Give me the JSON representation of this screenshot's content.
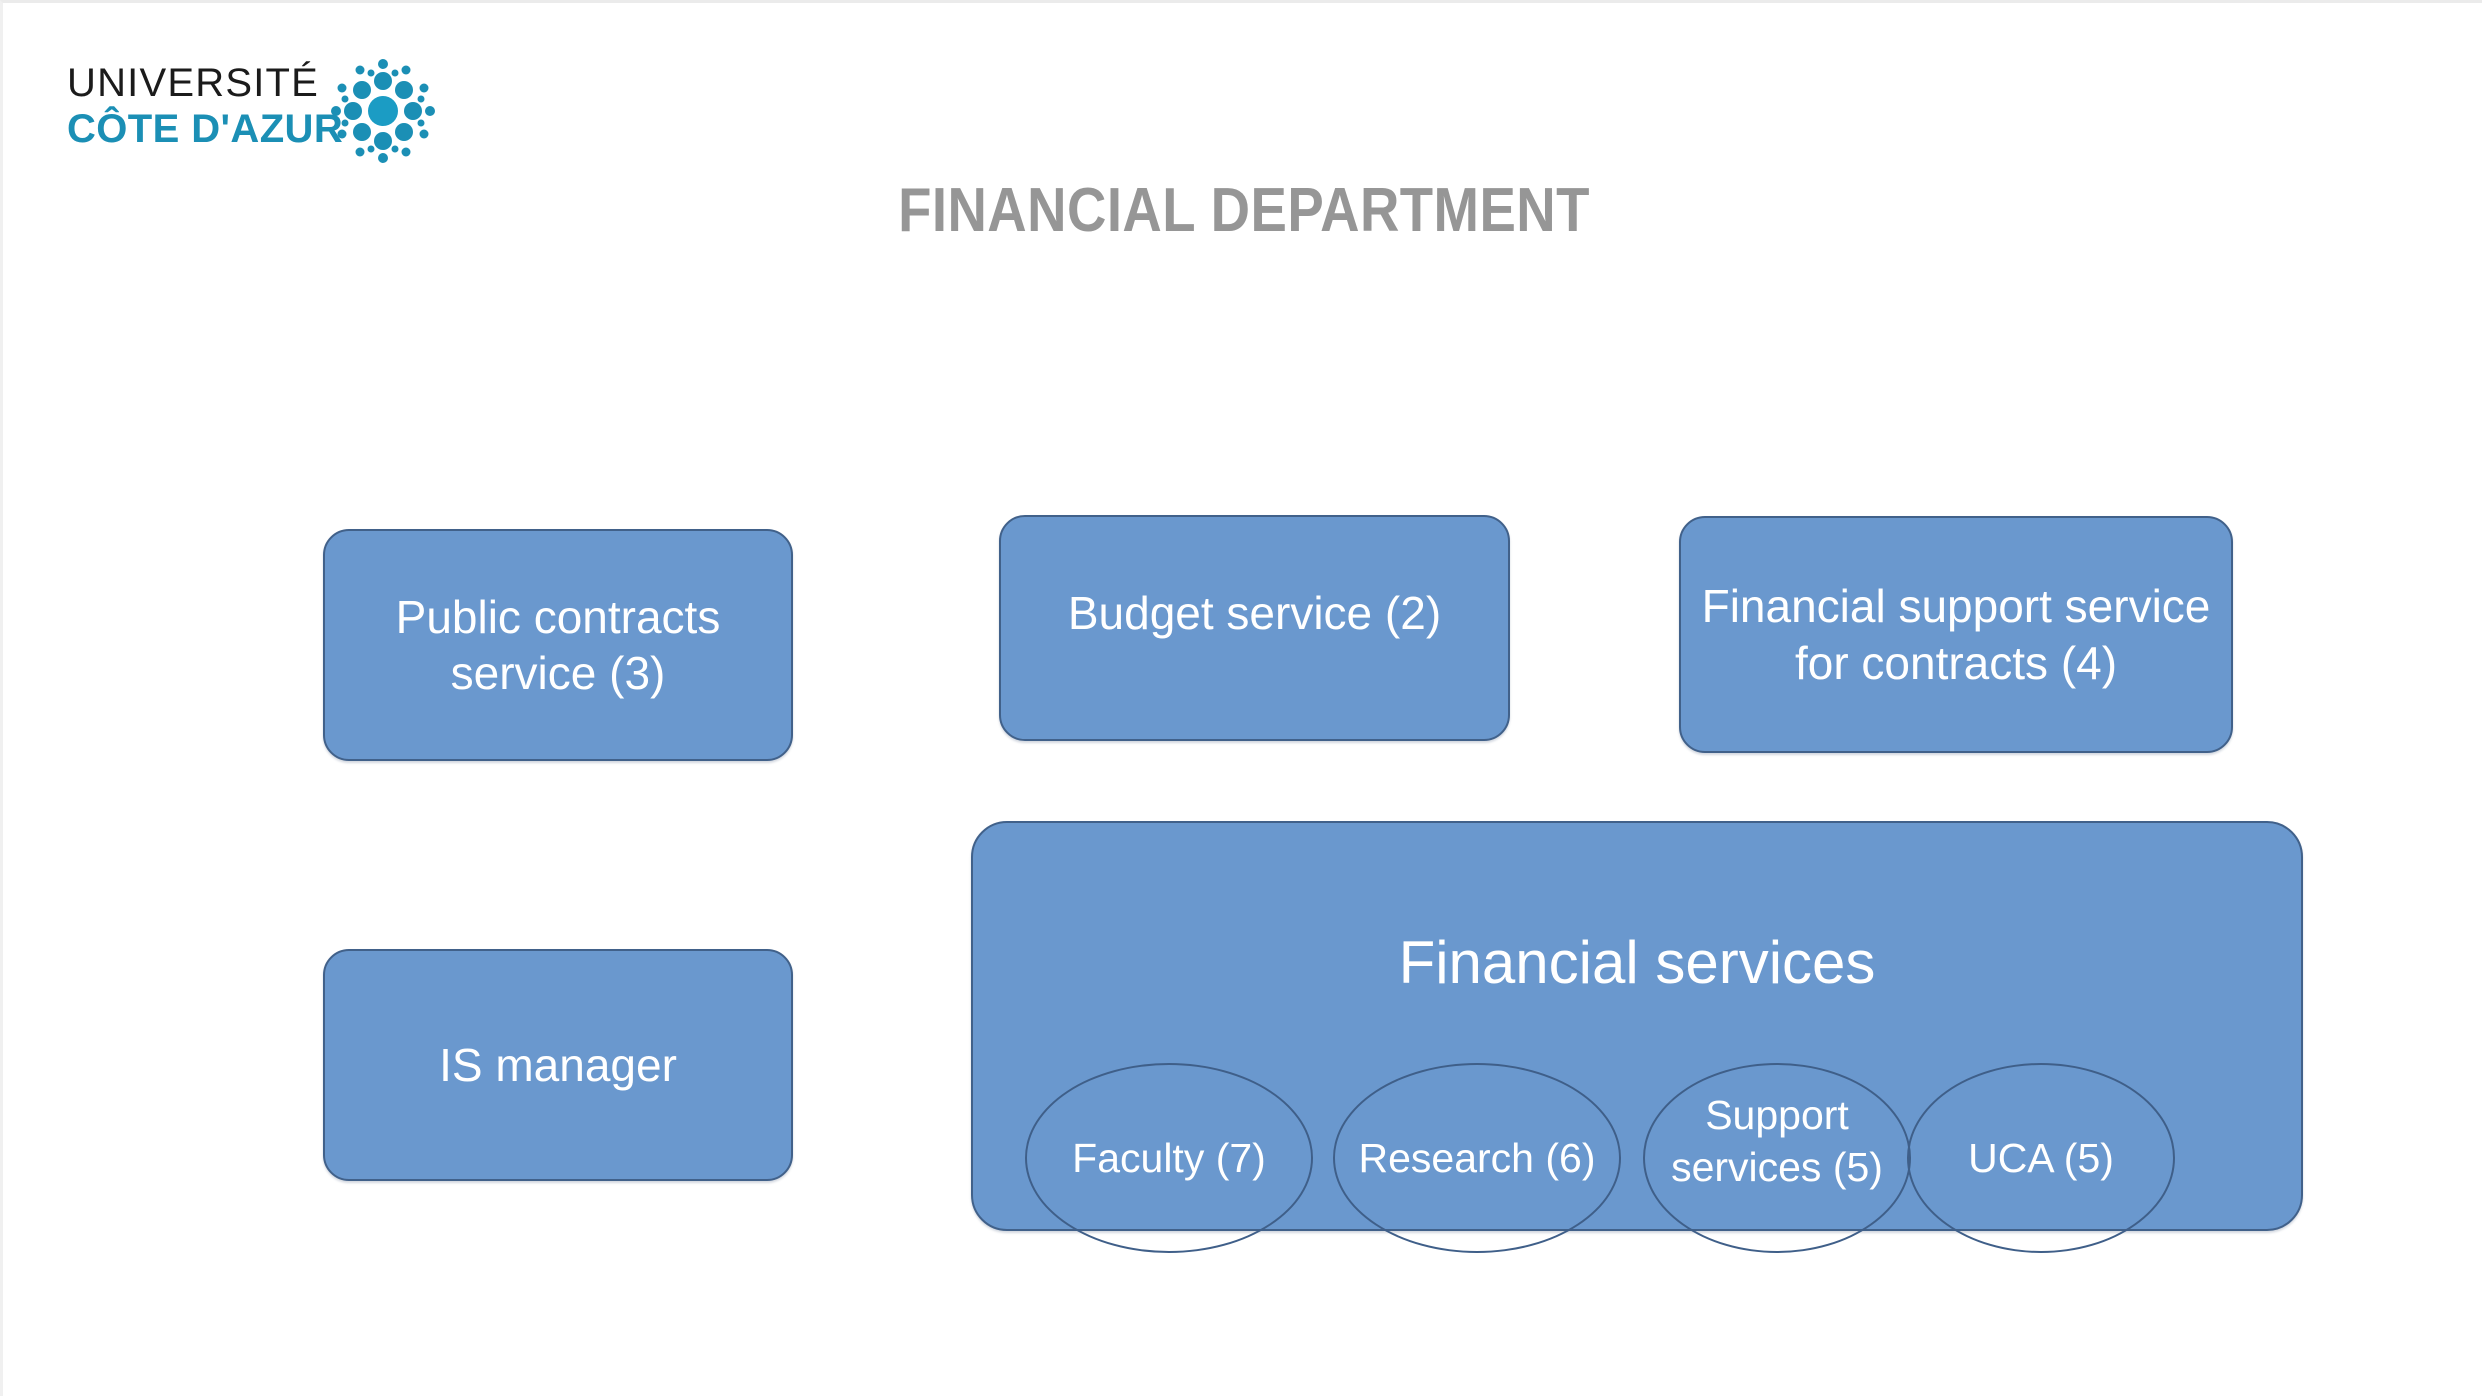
{
  "logo": {
    "line1": "UNIVERSITÉ",
    "line2": "CÔTE D'AZUR",
    "mark_name": "radial-dots-logo-mark",
    "color_word": "#1b1b1b",
    "color_accent": "#1b8fb5"
  },
  "title": "FINANCIAL DEPARTMENT",
  "colors": {
    "title": "#969696",
    "node_fill": "#6a98ce",
    "node_border": "#41618a",
    "node_text": "#ffffff",
    "background": "#ffffff"
  },
  "nodes": [
    {
      "id": "public-contracts",
      "label": "Public contracts service (3)"
    },
    {
      "id": "budget-service",
      "label": "Budget service (2)"
    },
    {
      "id": "financial-support",
      "label": "Financial support service for contracts (4)"
    },
    {
      "id": "is-manager",
      "label": "IS manager"
    }
  ],
  "financial_services": {
    "label": "Financial services",
    "units": [
      {
        "id": "faculty",
        "label": "Faculty (7)"
      },
      {
        "id": "research",
        "label": "Research (6)"
      },
      {
        "id": "support",
        "label": "Support services (5)"
      },
      {
        "id": "uca",
        "label": "UCA (5)"
      }
    ]
  }
}
